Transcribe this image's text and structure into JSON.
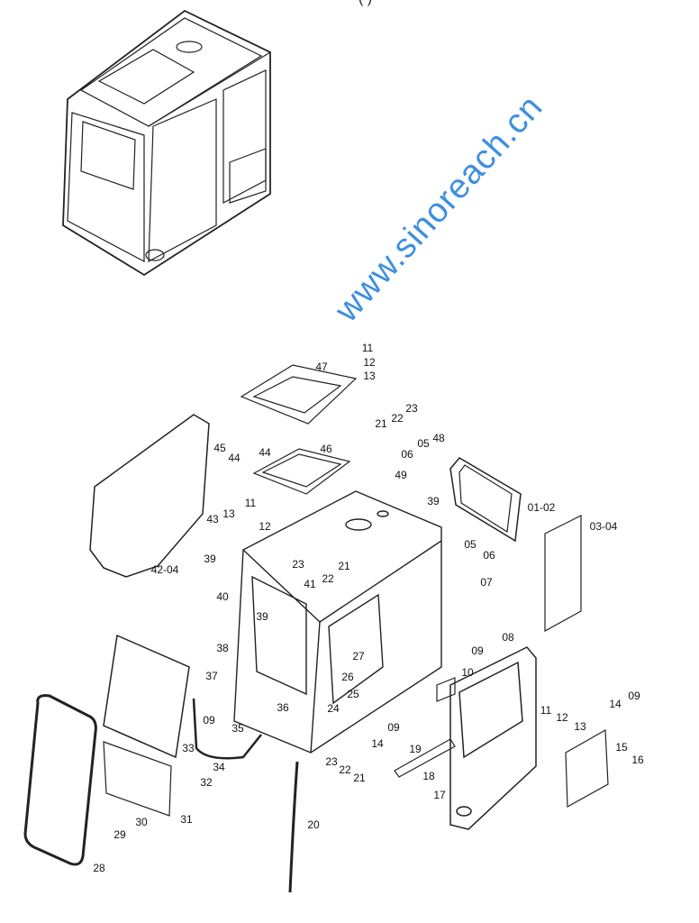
{
  "title_fragment": "( )",
  "watermark": "www.sinoreach.cn",
  "part_labels": [
    "47",
    "11",
    "12",
    "13",
    "21",
    "22",
    "23",
    "05",
    "06",
    "48",
    "45",
    "44",
    "44",
    "46",
    "49",
    "39",
    "01-02",
    "03-04",
    "43",
    "13",
    "11",
    "12",
    "39",
    "23",
    "21",
    "22",
    "41",
    "05",
    "06",
    "07",
    "40",
    "42-04",
    "39",
    "08",
    "09",
    "38",
    "37",
    "27",
    "26",
    "25",
    "24",
    "10",
    "36",
    "09",
    "35",
    "11",
    "12",
    "13",
    "14",
    "09",
    "09",
    "14",
    "19",
    "33",
    "15",
    "16",
    "34",
    "23",
    "22",
    "21",
    "32",
    "18",
    "17",
    "31",
    "30",
    "20",
    "29",
    "28"
  ]
}
